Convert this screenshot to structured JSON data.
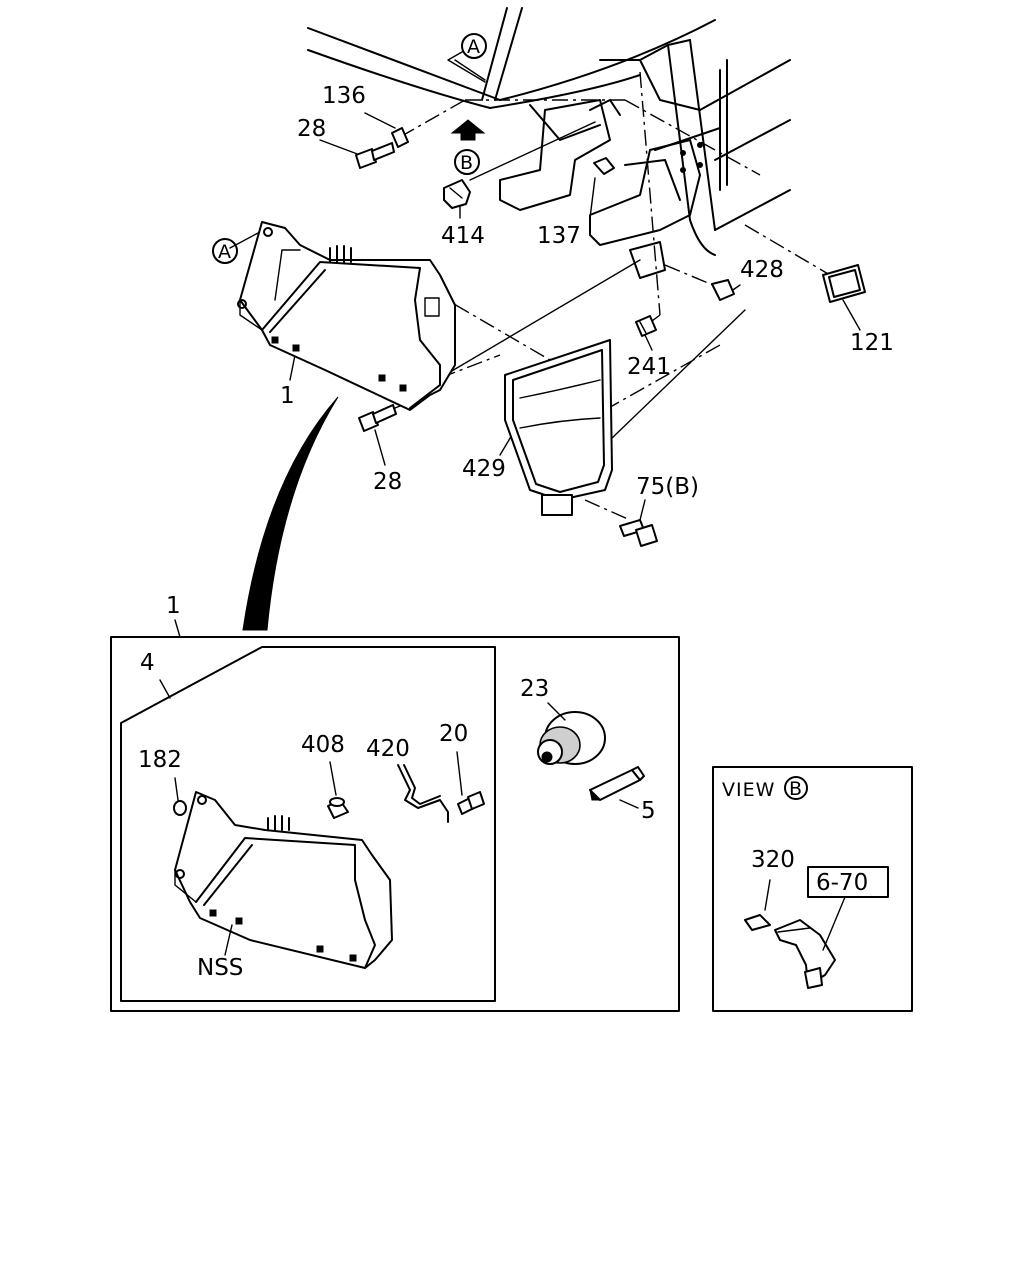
{
  "diagram": {
    "part_labels": {
      "p136": "136",
      "p28_top": "28",
      "p414": "414",
      "p137": "137",
      "p428": "428",
      "p121": "121",
      "p241": "241",
      "p1_main": "1",
      "p28_mid": "28",
      "p429": "429",
      "p75b": "75(B)",
      "p1_detail": "1",
      "p4": "4",
      "p182": "182",
      "p408": "408",
      "p420": "420",
      "p20": "20",
      "p23": "23",
      "p5": "5",
      "nss": "NSS",
      "p320": "320",
      "ref_6_70": "6-70"
    },
    "callouts": {
      "circle_a_top": "A",
      "circle_a_left": "A",
      "circle_b": "B",
      "circle_b_view": "B"
    },
    "view_b": {
      "title": "VIEW"
    }
  }
}
